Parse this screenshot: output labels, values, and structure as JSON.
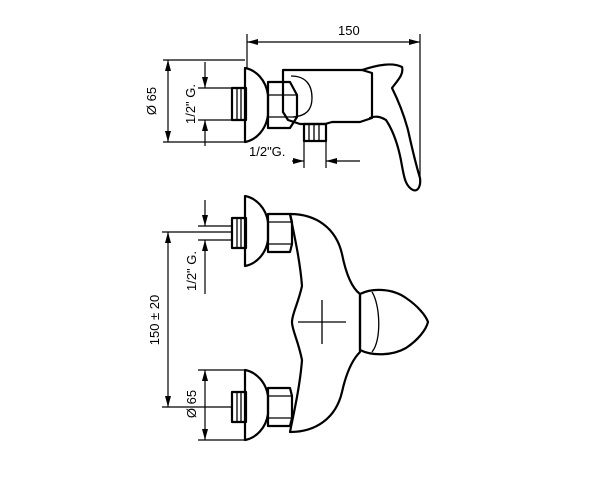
{
  "dimensions": {
    "overall_depth": "150",
    "flange_diameter_top": "Ø 65",
    "inlet_thread_side": "1/2\" G.",
    "outlet_thread": "1/2\"G.",
    "inlet_thread_front": "1/2\" G.",
    "center_distance": "150 ± 20",
    "flange_diameter_bottom": "Ø 65"
  }
}
